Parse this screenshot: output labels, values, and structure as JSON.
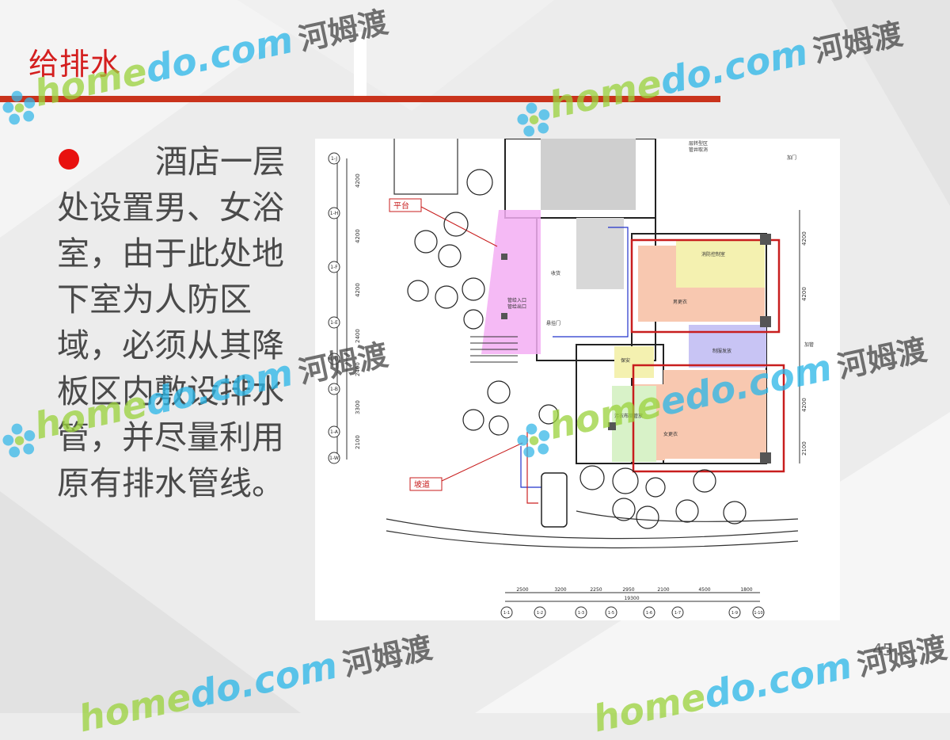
{
  "slide": {
    "title": "给排水",
    "body": "酒店一层处设置男、女浴室，由于此处地下室为人防区域，必须从其降板区内敷设排水管，并尽量利用原有排水管线。",
    "page_number": "45"
  },
  "watermark": {
    "home": "home",
    "dot_com": "do.com",
    "edo_com": "edo.com",
    "cn": "河姆渡",
    "icon": "flower-logo-icon"
  },
  "plan": {
    "callouts": {
      "platform": "平台",
      "ramp": "坡道",
      "floor_area": "层转型区",
      "pipe_cancel": "管井取消",
      "add_door": "加门",
      "add_pipe": "加管",
      "pipe_in": "管给入口",
      "pipe_out": "管给出口",
      "gate": "悬挂门"
    },
    "rooms": {
      "fire_control": "消防控制室",
      "male_bath": "男更衣",
      "uniform": "制服发放",
      "female_bath": "女更衣",
      "security": "保安",
      "laundry": "污衣布草管放",
      "receiving": "收货"
    },
    "left_axes": [
      "1-J",
      "1-H",
      "1-F",
      "1-E",
      "1-D",
      "1-B",
      "1-A",
      "1-W"
    ],
    "left_dims": [
      "4200",
      "4200",
      "4200",
      "2400",
      "2400",
      "3300",
      "2100"
    ],
    "right_dims": [
      "4200",
      "4200",
      "4200",
      "2100"
    ],
    "bottom_dims": [
      "2500",
      "3200",
      "2250",
      "2950",
      "2100",
      "4500",
      "1800"
    ],
    "bottom_total": "19300",
    "bottom_axes": [
      "1-1",
      "1-2",
      "1-3",
      "1-5",
      "1-6",
      "1-7",
      "1-9",
      "1-10"
    ],
    "colors": {
      "pink_zone": "#f3aef3",
      "orange_room": "#f8c8b0",
      "yellow_room": "#f4f1b0",
      "purple_room": "#c8c4f4",
      "green_room": "#d8f2c8",
      "highlight_red": "#c81e1e"
    }
  }
}
